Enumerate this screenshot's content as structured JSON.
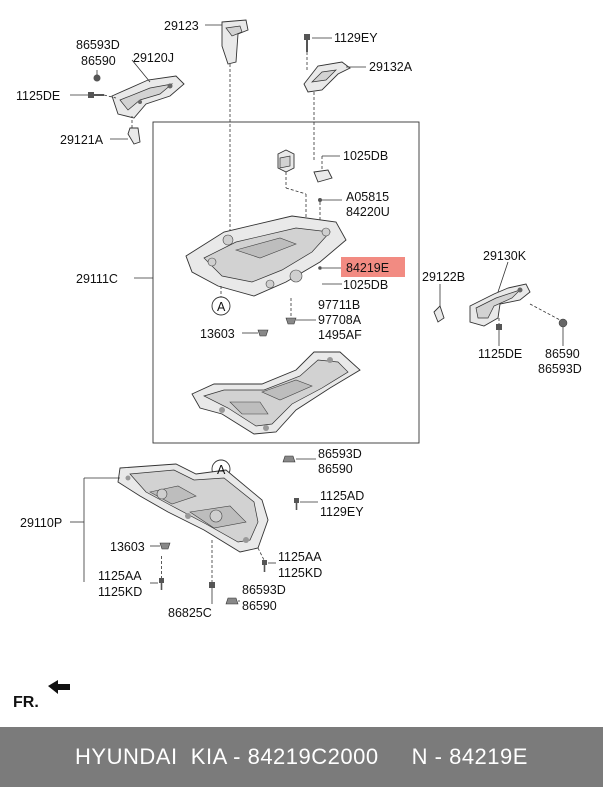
{
  "callouts": {
    "c29123": "29123",
    "c1129EY_top": "1129EY",
    "c86593D_tl": "86593D",
    "c86590_tl": "86590",
    "c29120J": "29120J",
    "c29132A": "29132A",
    "c1125DE_tl": "1125DE",
    "c29121A": "29121A",
    "c1025DB_a": "1025DB",
    "cA05815": "A05815",
    "c84220U": "84220U",
    "c84219E": "84219E",
    "c1025DB_b": "1025DB",
    "c29111C": "29111C",
    "c97711B": "97711B",
    "c97708A": "97708A",
    "c1495AF": "1495AF",
    "c13603_a": "13603",
    "cA_circle_a": "A",
    "c29130K": "29130K",
    "c29122B": "29122B",
    "c1125DE_r": "1125DE",
    "c86590_r": "86590",
    "c86593D_r": "86593D",
    "c86593D_m": "86593D",
    "c86590_m": "86590",
    "cA_circle_b": "A",
    "c1125AD": "1125AD",
    "c1129EY_m": "1129EY",
    "c29110P": "29110P",
    "c13603_b": "13603",
    "c1125AA_r": "1125AA",
    "c1125KD_r": "1125KD",
    "c1125AA_l": "1125AA",
    "c1125KD_l": "1125KD",
    "c86593D_b": "86593D",
    "c86590_b": "86590",
    "c86825C": "86825C"
  },
  "highlight_color": "#f28b82",
  "fr_label": "FR.",
  "footer": {
    "text": "HYUNDAI  KIA - 84219C2000     N - 84219E"
  }
}
